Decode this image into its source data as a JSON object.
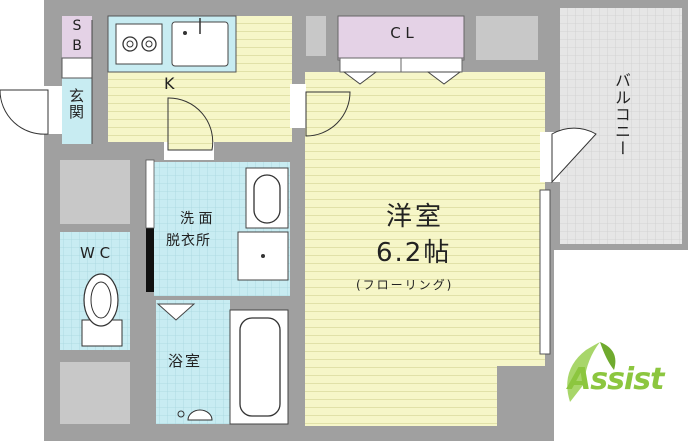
{
  "rooms": {
    "sb": "S\nB",
    "kitchen": "K",
    "entrance": "玄関",
    "closet": "C L",
    "balcony": "バルコニー",
    "western_room": "洋室",
    "size": "6.2帖",
    "flooring": "(フローリング)",
    "washroom_line1": "洗 面",
    "washroom_line2": "脱衣所",
    "wc": "W C",
    "bath": "浴室"
  },
  "logo": {
    "text": "Assist"
  },
  "colors": {
    "wall": "#9a9a9a",
    "western_floor": "#f6f6c8",
    "kitchen_floor": "#f6f6c8",
    "wet_floor": "#c8ecf2",
    "balcony_floor": "#e6e6e6",
    "closet": "#e4d2e6",
    "storage": "#c8c8c8",
    "logo_green": "#8cc63f"
  }
}
